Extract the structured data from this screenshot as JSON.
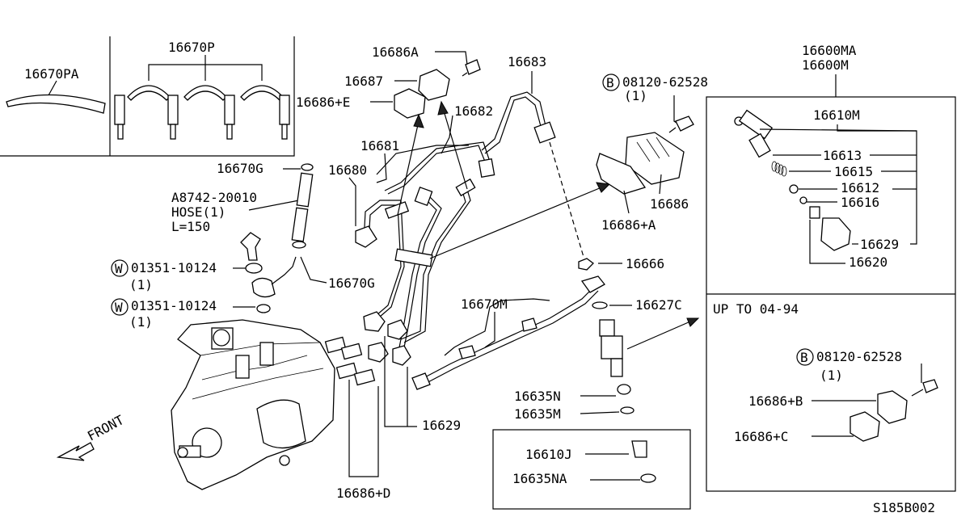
{
  "labels": {
    "l16670PA": "16670PA",
    "l16670P": "16670P",
    "l16670G_top": "16670G",
    "hose_part": "A8742-20010",
    "hose_name": "HOSE(1)",
    "hose_len": "L=150",
    "w1_part": "01351-10124",
    "w1_qty": "(1)",
    "w2_part": "01351-10124",
    "w2_qty": "(1)",
    "l16670G_bot": "16670G",
    "front": "FRONT",
    "l16686A": "16686A",
    "l16687": "16687",
    "l16686E": "16686+E",
    "l16681": "16681",
    "l16680": "16680",
    "l16682": "16682",
    "l16683": "16683",
    "b1_part": "08120-62528",
    "b1_qty": "(1)",
    "l16686": "16686",
    "l16686pA": "16686+A",
    "l16666": "16666",
    "l16670M": "16670M",
    "l16627C": "16627C",
    "l16635N": "16635N",
    "l16635M": "16635M",
    "l16629_bot": "16629",
    "l16686D": "16686+D",
    "l16610J": "16610J",
    "l16635NA": "16635NA",
    "l16600MA": "16600MA",
    "l16600M": "16600M",
    "l16610M": "16610M",
    "l16613": "16613",
    "l16615": "16615",
    "l16612": "16612",
    "l16616": "16616",
    "l16629_r": "16629",
    "l16620": "16620",
    "upto": "UP TO 04-94",
    "b2_part": "08120-62528",
    "b2_qty": "(1)",
    "l16686B": "16686+B",
    "l16686C": "16686+C",
    "code": "S185B002"
  },
  "symbols": {
    "washer": "W",
    "bolt": "B"
  }
}
